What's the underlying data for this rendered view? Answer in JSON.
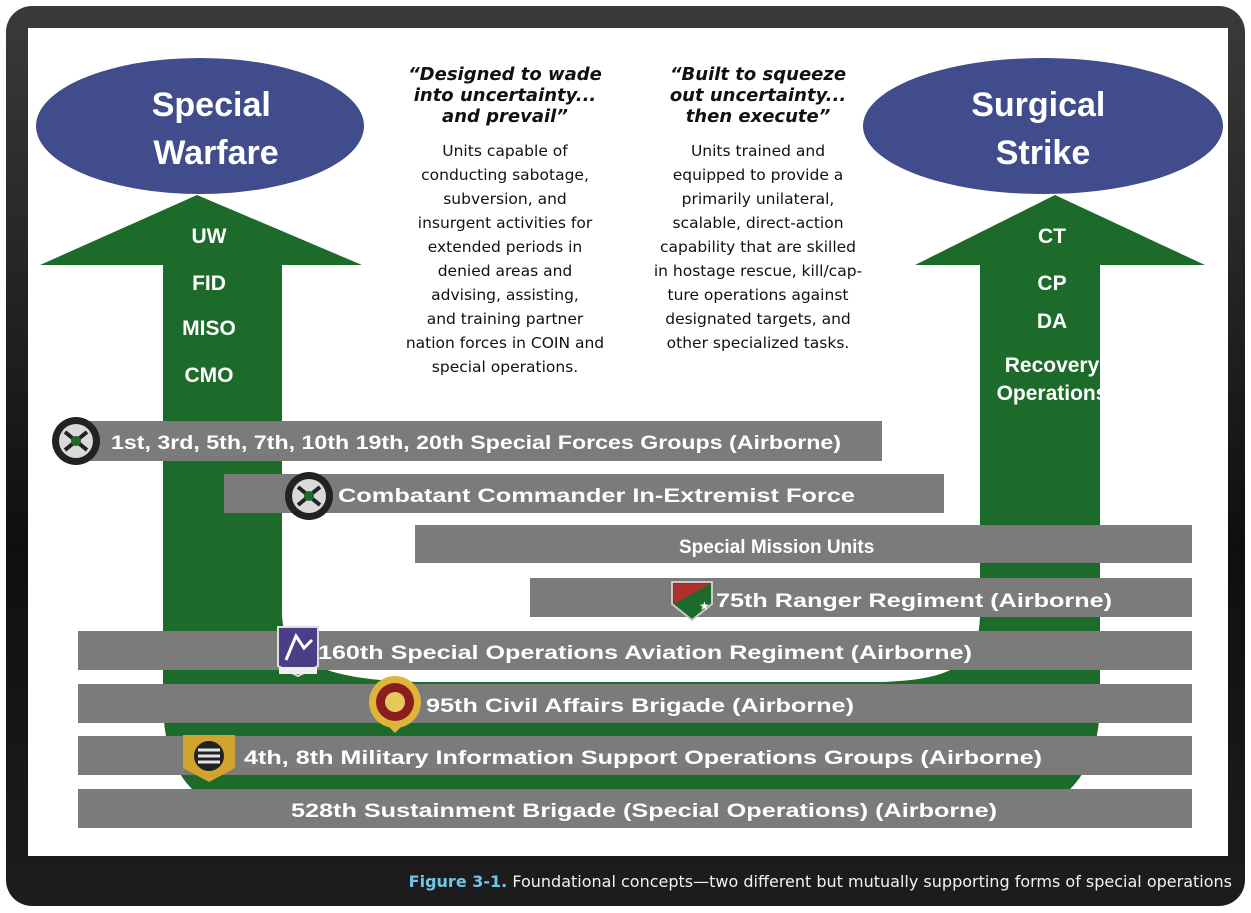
{
  "colors": {
    "arrow_green": "#1d6b2a",
    "ellipse_blue": "#414c8c",
    "bar_gray": "#7b7b7b",
    "caption_label": "#6ec6e8"
  },
  "left_column": {
    "title": [
      "Special",
      "Warfare"
    ],
    "items": [
      "UW",
      "FID",
      "MISO",
      "CMO"
    ]
  },
  "right_column": {
    "title": [
      "Surgical",
      "Strike"
    ],
    "items": [
      "CT",
      "CP",
      "DA",
      "Recovery",
      "Operations"
    ]
  },
  "left_quote": {
    "heading": [
      "“Designed to wade",
      "into uncertainty...",
      "and prevail”"
    ],
    "body": [
      "Units capable of",
      "conducting sabotage,",
      "subversion, and",
      "insurgent activities for",
      "extended periods in",
      "denied areas and",
      "advising, assisting,",
      "and training partner",
      "nation forces in COIN and",
      "special operations."
    ]
  },
  "right_quote": {
    "heading": [
      "“Built to squeeze",
      "out uncertainty...",
      "then execute”"
    ],
    "body": [
      "Units trained and",
      "equipped to provide a",
      "primarily unilateral,",
      "scalable, direct-action",
      "capability that are skilled",
      "in hostage rescue, kill/cap-",
      "ture operations against",
      "designated targets, and",
      "other specialized tasks."
    ]
  },
  "bars": [
    {
      "label": "1st, 3rd, 5th, 7th, 10th 19th, 20th Special Forces Groups (Airborne)",
      "icon": "special-forces-insignia-icon"
    },
    {
      "label": "Combatant Commander In-Extremist Force",
      "icon": "special-forces-insignia-icon"
    },
    {
      "label": "Special Mission Units",
      "icon": ""
    },
    {
      "label": "75th Ranger Regiment (Airborne)",
      "icon": "ranger-insignia-icon"
    },
    {
      "label": "160th Special Operations Aviation Regiment (Airborne)",
      "icon": "aviation-insignia-icon"
    },
    {
      "label": "95th Civil Affairs Brigade (Airborne)",
      "icon": "civil-affairs-insignia-icon"
    },
    {
      "label": "4th, 8th Military Information Support Operations Groups (Airborne)",
      "icon": "miso-insignia-icon"
    },
    {
      "label": "528th Sustainment Brigade (Special Operations) (Airborne)",
      "icon": ""
    }
  ],
  "caption": {
    "label": "Figure 3-1.",
    "text": "Foundational concepts—two different but mutually supporting forms of special operations"
  }
}
